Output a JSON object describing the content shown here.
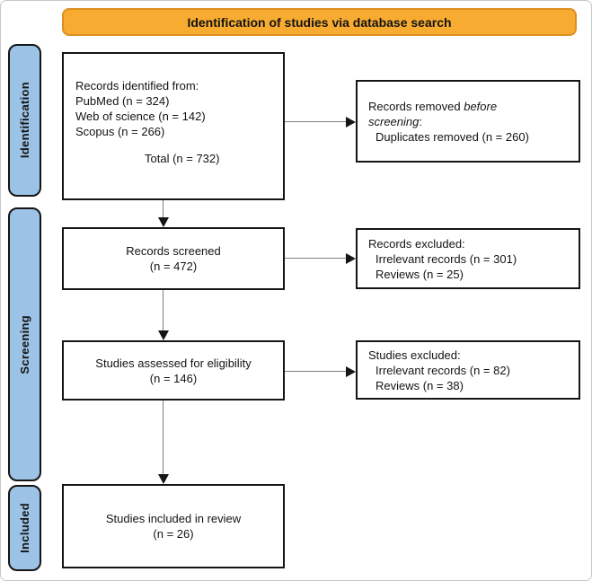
{
  "banner": {
    "title": "Identification of studies via database search"
  },
  "colors": {
    "banner_fill": "#F7AC31",
    "banner_border": "#DB8F1F",
    "stage_fill": "#9CC2E5",
    "box_border": "#151515",
    "arrow_line": "#7f7f7f",
    "arrow_head": "#151515"
  },
  "stages": [
    {
      "label": "Identification"
    },
    {
      "label": "Screening"
    },
    {
      "label": "Included"
    }
  ],
  "boxes": {
    "identified": {
      "heading": "Records identified from:",
      "sources": [
        "PubMed (n = 324)",
        "Web of science (n = 142)",
        "Scopus (n = 266)"
      ],
      "total": "Total (n = 732)"
    },
    "removed": {
      "line1_normal": "Records removed ",
      "line1_italic": "before",
      "line2_italic": "screening",
      "line2_colon": ":",
      "detail": "Duplicates removed (n = 260)"
    },
    "screened": {
      "line1": "Records screened",
      "line2": "(n = 472)"
    },
    "records_excluded": {
      "heading": "Records excluded:",
      "items": [
        "Irrelevant records (n = 301)",
        "Reviews (n = 25)"
      ]
    },
    "assessed": {
      "line1": "Studies assessed for eligibility",
      "line2": "(n = 146)"
    },
    "studies_excluded": {
      "heading": "Studies excluded:",
      "items": [
        "Irrelevant records (n = 82)",
        "Reviews (n = 38)"
      ]
    },
    "included": {
      "line1": "Studies included in review",
      "line2": "(n = 26)"
    }
  }
}
